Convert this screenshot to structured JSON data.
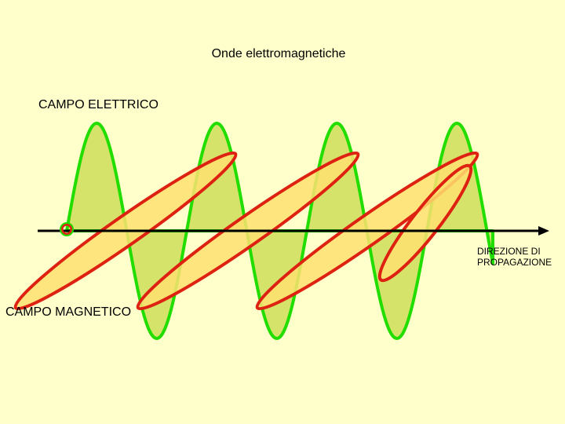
{
  "title": "Onde elettromagnetiche",
  "labels": {
    "electric_field": "CAMPO ELETTRICO",
    "magnetic_field": "CAMPO MAGNETICO",
    "direction_line1": "DIREZIONE DI",
    "direction_line2": "PROPAGAZIONE"
  },
  "colors": {
    "background": "#FFFFCC",
    "electric_stroke": "#22DD00",
    "electric_fill": "#D6E36A",
    "magnetic_stroke": "#DD2211",
    "magnetic_fill": "#FFE070",
    "axis": "#000000"
  }
}
